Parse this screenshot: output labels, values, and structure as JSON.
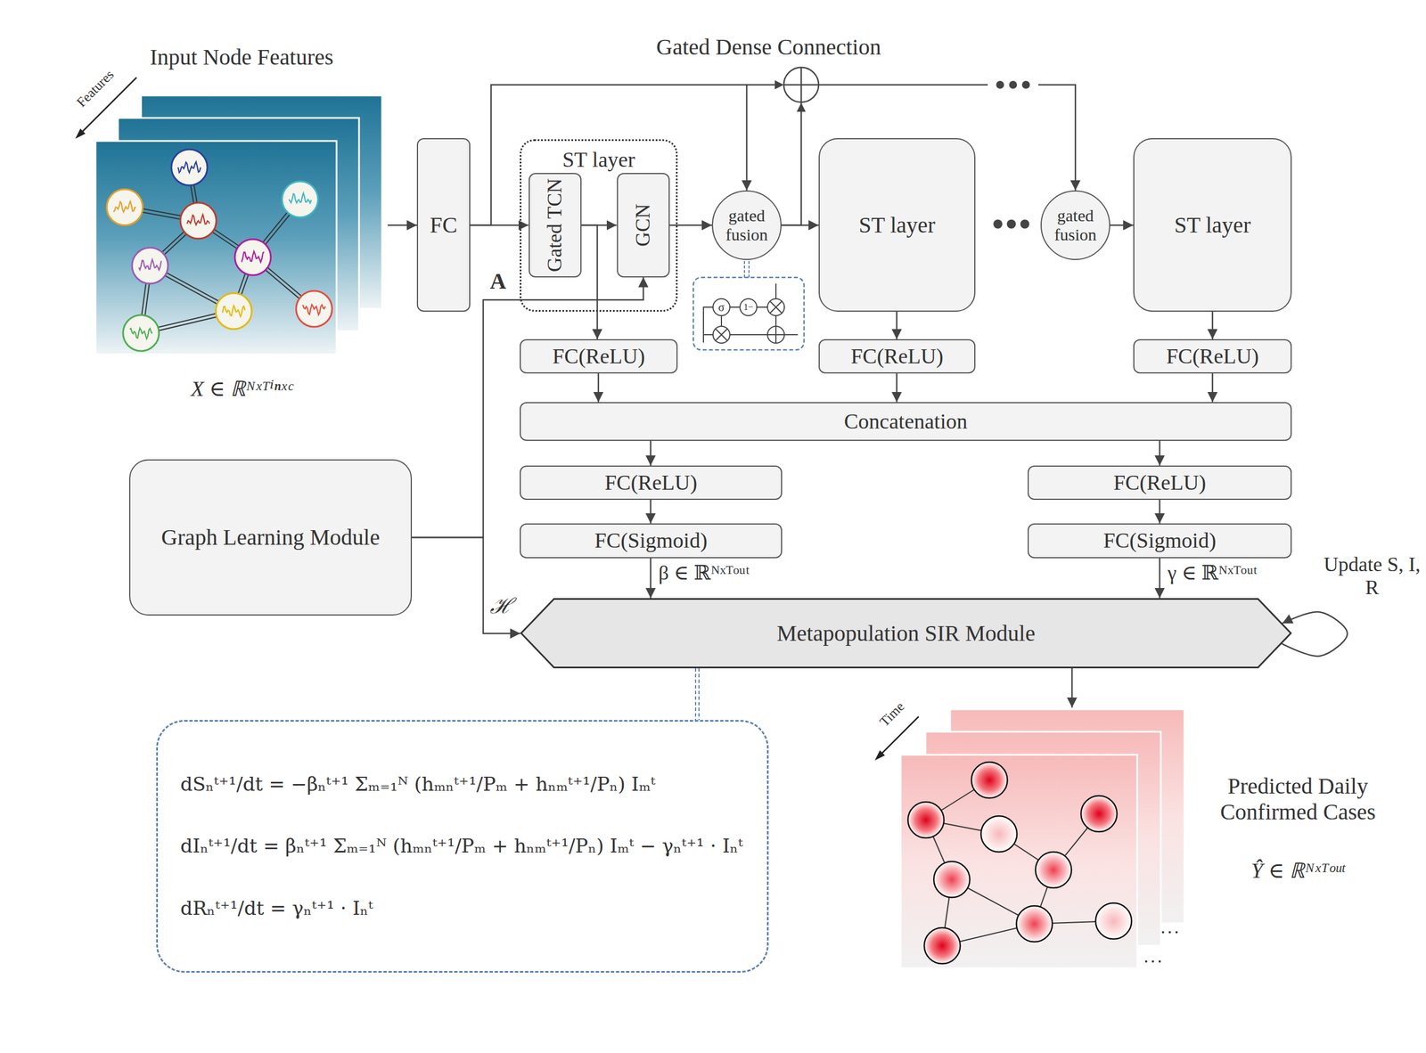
{
  "diagram": {
    "nodes": [
      {
        "text": [
          "Input Node Features",
          "X ∈ ℝᴺˣᵀⁱⁿˣᶜ"
        ]
      },
      {
        "text": [
          "FC"
        ]
      },
      {
        "text": [
          "ST layer"
        ]
      },
      {
        "text": [
          "Gated TCN"
        ],
        "in": 2
      },
      {
        "text": [
          "GCN"
        ],
        "in": 2
      },
      {
        "text": [
          "gated fusion"
        ]
      },
      {
        "text": [
          "ST layer"
        ]
      },
      {
        "text": [
          "gated fusion"
        ]
      },
      {
        "text": [
          "ST layer"
        ]
      },
      {
        "text": [
          "FC(ReLU)"
        ]
      },
      {
        "text": [
          "FC(ReLU)"
        ]
      },
      {
        "text": [
          "FC(ReLU)"
        ]
      },
      {
        "text": [
          "Concatenation"
        ]
      },
      {
        "text": [
          "FC(ReLU)"
        ]
      },
      {
        "text": [
          "FC(ReLU)"
        ]
      },
      {
        "text": [
          "FC(Sigmoid)"
        ]
      },
      {
        "text": [
          "FC(Sigmoid)"
        ]
      },
      {
        "text": [
          "Graph Learning Module"
        ]
      },
      {
        "text": [
          "Metapopulation SIR Module"
        ]
      },
      {
        "text": [
          "Predicted Daily Confirmed Cases",
          "Ŷ ∈ ℝᴺˣᵀᵒᵘᵗ"
        ]
      },
      {
        "text": [
          "dSₙᵗ⁺¹/dt = −βₙᵗ⁺¹ Σₘ₌₁ᴺ (hₘₙᵗ⁺¹/Pₘ + hₙₘᵗ⁺¹/Pₙ) Iₘᵗ",
          "dIₙᵗ⁺¹/dt = βₙᵗ⁺¹ Σₘ₌₁ᴺ (hₘₙᵗ⁺¹/Pₘ + hₙₘᵗ⁺¹/Pₙ) Iₘᵗ − γₙᵗ⁺¹ · Iₙᵗ",
          "dRₙᵗ⁺¹/dt = γₙᵗ⁺¹ · Iₙᵗ"
        ]
      }
    ],
    "edges": [
      {
        "from": 0,
        "to": 1,
        "arrow": "to"
      },
      {
        "from": 1,
        "to": 3,
        "arrow": "to"
      },
      {
        "from": 1,
        "to": 5,
        "arrow": "to"
      },
      {
        "from": 3,
        "to": 4,
        "arrow": "to"
      },
      {
        "from": 3,
        "to": 9,
        "arrow": "to"
      },
      {
        "from": 4,
        "to": 5,
        "arrow": "to"
      },
      {
        "from": 5,
        "to": 6,
        "arrow": "to"
      },
      {
        "from": 5,
        "to": 7,
        "arrow": "to"
      },
      {
        "from": 7,
        "to": 8,
        "arrow": "to"
      },
      {
        "from": 6,
        "to": 10,
        "arrow": "to"
      },
      {
        "from": 8,
        "to": 11,
        "arrow": "to"
      },
      {
        "from": 9,
        "to": 12,
        "arrow": "to"
      },
      {
        "from": 10,
        "to": 12,
        "arrow": "to"
      },
      {
        "from": 11,
        "to": 12,
        "arrow": "to"
      },
      {
        "from": 12,
        "to": 13,
        "arrow": "to"
      },
      {
        "from": 12,
        "to": 14,
        "arrow": "to"
      },
      {
        "from": 13,
        "to": 15,
        "arrow": "to"
      },
      {
        "from": 14,
        "to": 16,
        "arrow": "to"
      },
      {
        "from": 15,
        "to": 18,
        "label": "β ∈ ℝᴺˣᵀᵒᵘᵗ",
        "arrow": "to"
      },
      {
        "from": 16,
        "to": 18,
        "label": "γ ∈ ℝᴺˣᵀᵒᵘᵗ",
        "arrow": "to"
      },
      {
        "from": 17,
        "to": 4,
        "label": "A",
        "arrow": "to"
      },
      {
        "from": 17,
        "to": 18,
        "label": "ℋ",
        "arrow": "to"
      },
      {
        "from": 18,
        "to": 18,
        "label": "Update S, I, R",
        "arrow": "to"
      },
      {
        "from": 18,
        "to": 19,
        "arrow": "to"
      },
      {
        "from": 18,
        "to": 20,
        "arrow": "none"
      }
    ],
    "labels": [
      "Features",
      "Gated Dense Connection",
      "σ",
      "1−",
      "Time"
    ]
  }
}
